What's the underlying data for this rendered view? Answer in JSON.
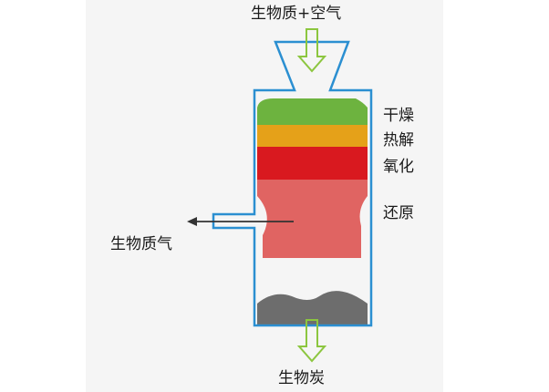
{
  "labels": {
    "input": "生物质+空气",
    "drying": "干燥",
    "pyrolysis": "热解",
    "oxidation": "氧化",
    "reduction": "还原",
    "gas_output": "生物质气",
    "char_output": "生物炭"
  },
  "colors": {
    "drying": "#6db33f",
    "pyrolysis": "#e5a119",
    "oxidation": "#d9191f",
    "reduction": "#e06462",
    "char": "#6d6d6d",
    "reactor_outline": "#2b8fd1",
    "flow_arrows": "#8cc63f",
    "gas_arrow": "#333333"
  },
  "icons": {
    "input_arrow": "down-arrow-outline",
    "output_arrow": "down-arrow-outline",
    "gas_arrow": "left-arrow"
  }
}
